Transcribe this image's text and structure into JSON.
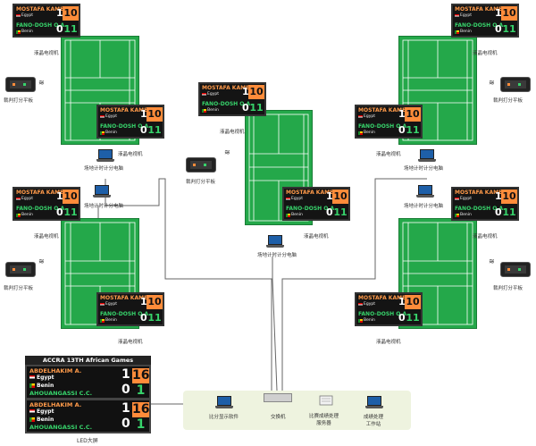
{
  "match": {
    "player1": "MOSTAFA KAMEL M.",
    "country1": "Egypt",
    "sets1": "1",
    "points1": "10",
    "player2": "FANO-DOSH O.A.",
    "country2": "Benin",
    "sets2": "0",
    "points2": "11"
  },
  "led": {
    "title": "ACCRA 13TH African Games",
    "player1": "ABDELHAKIM A.",
    "country1": "Egypt",
    "sets1": "1",
    "points1": "16",
    "player2": "AHOUANGASSI C.C.",
    "country2": "Benin",
    "sets2": "0",
    "points2": "1",
    "caption": "LED大屏"
  },
  "labels": {
    "tv": "液晶电视机",
    "referee_tablet": "裁判打分平板",
    "court_pc": "场地计时计分电脑",
    "scoreboard_software": "比分显示软件",
    "switch": "交换机",
    "results_server": "比赛成绩处理\n服务器",
    "results_workstation": "成绩处理\n工作站"
  },
  "colors": {
    "court": "#24a84a",
    "home_accent": "#ff8c3a",
    "away_accent": "#37d36b"
  }
}
